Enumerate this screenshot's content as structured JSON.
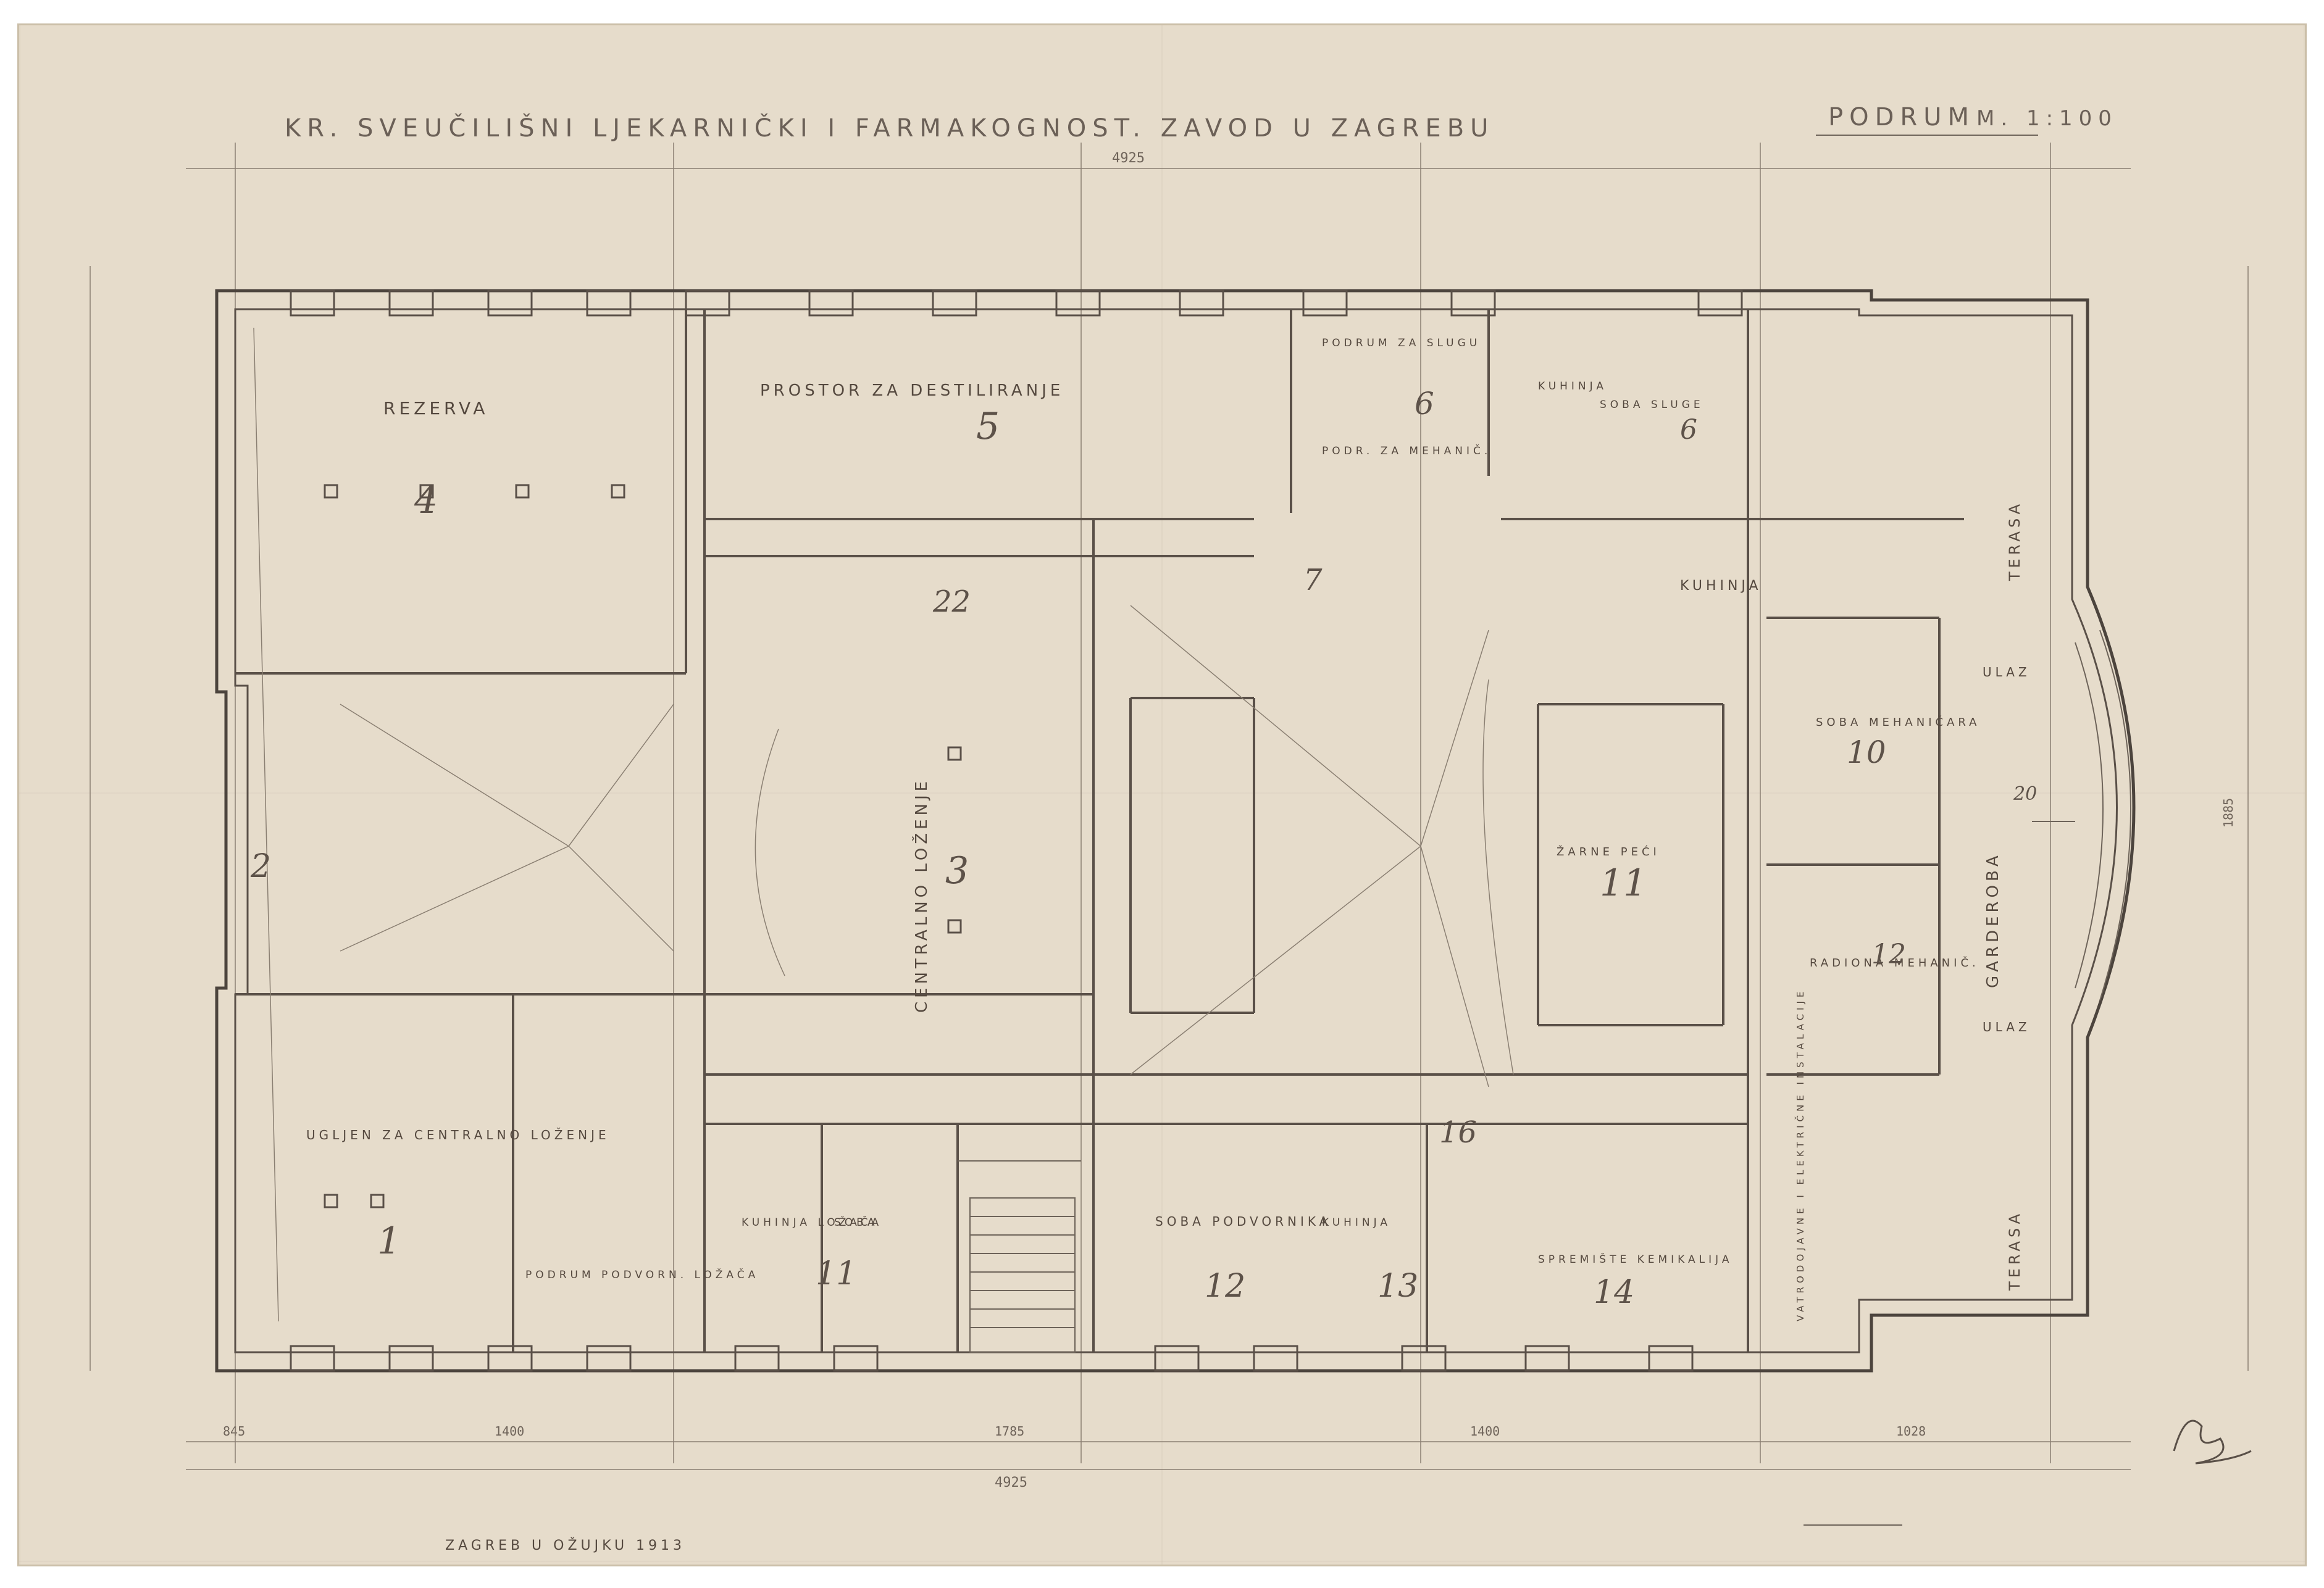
{
  "title": "KR. SVEUČILIŠNI LJEKARNIČKI I FARMAKOGNOST. ZAVOD U ZAGREBU",
  "sheet_label": "PODRUM",
  "scale": "M. 1:100",
  "place_date": "ZAGREB U OŽUJKU 1913",
  "dimensions": {
    "total": "4925",
    "bottom_segments": [
      "845",
      "1400",
      "1785",
      "1400",
      "1028"
    ],
    "height_total": "1885"
  },
  "rooms": [
    {
      "label": "REZERVA",
      "number": "4"
    },
    {
      "label": "PROSTOR ZA DESTILIRANJE",
      "number": "5"
    },
    {
      "label": "PODRUM ZA SLUGU",
      "number": "6"
    },
    {
      "label": "PODR. ZA MEHANIČ.",
      "number": ""
    },
    {
      "label": "KUHINJA",
      "number": ""
    },
    {
      "label": "SOBA SLUGE",
      "number": "6"
    },
    {
      "label": "KUHINJA",
      "number": ""
    },
    {
      "label": "CENTRALNO LOŽENJE",
      "number": "3"
    },
    {
      "label": "ŽARNE PEĆI",
      "number": "11"
    },
    {
      "label": "SOBA MEHANIČARA",
      "number": "10"
    },
    {
      "label": "RADIONA MEHANIČ.",
      "number": "12"
    },
    {
      "label": "GARDEROBA",
      "number": "20"
    },
    {
      "label": "TERASA",
      "number": ""
    },
    {
      "label": "TERASA",
      "number": ""
    },
    {
      "label": "ULAZ",
      "number": ""
    },
    {
      "label": "ULAZ",
      "number": ""
    },
    {
      "label": "UGLJEN ZA CENTRALNO LOŽENJE",
      "number": "1"
    },
    {
      "label": "PODRUM PODVORN. LOŽAČA",
      "number": ""
    },
    {
      "label": "KUHINJA LOŽAČA",
      "number": ""
    },
    {
      "label": "SOBA",
      "number": "11"
    },
    {
      "label": "SOBA PODVORNIKA",
      "number": "12"
    },
    {
      "label": "KUHINJA",
      "number": "13"
    },
    {
      "label": "SPREMIŠTE KEMIKALIJA",
      "number": "14"
    },
    {
      "label": "VATRODOJAVNE I ELEKTRIČNE INSTALACIJE",
      "number": ""
    }
  ],
  "marks": {
    "corridor_num": "7",
    "hall_num": "22",
    "court_num": "2",
    "corridor_low": "16"
  }
}
